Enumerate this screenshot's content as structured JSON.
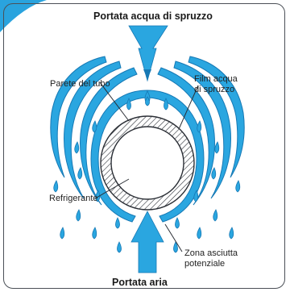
{
  "labels": {
    "top_flow": "Portata acqua di spruzzo",
    "bottom_flow": "Portata aria",
    "tube_wall": "Parete del tubo",
    "spray_film_line1": "Film acqua",
    "spray_film_line2": "di spruzzo",
    "refrigerant": "Refrigerante",
    "dry_zone_line1": "Zona asciutta",
    "dry_zone_line2": "potenziale"
  },
  "colors": {
    "water_blue": "#2aa6e0",
    "water_dark": "#1679b5",
    "outline": "#2b2f36",
    "frame": "#4b5057"
  }
}
